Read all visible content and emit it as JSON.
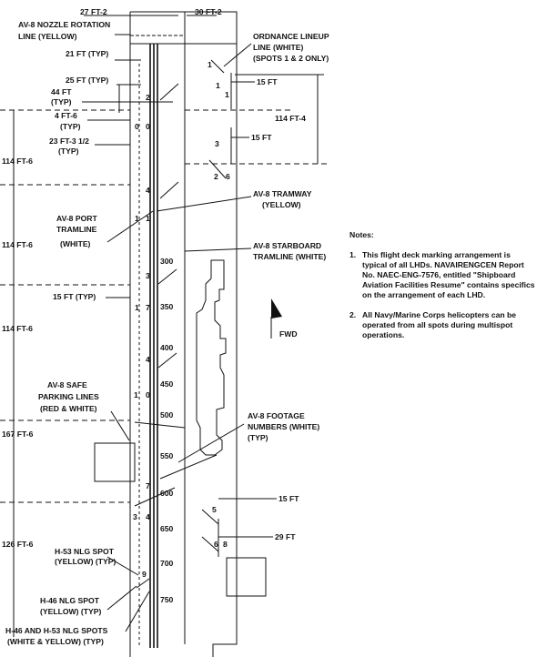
{
  "labels": {
    "dim_27": "27 FT-2",
    "dim_30": "30 FT-2",
    "nozzle_1": "AV-8 NOZZLE ROTATION",
    "nozzle_2": "LINE (YELLOW)",
    "ord_1": "ORDNANCE LINEUP",
    "ord_2": "LINE (WHITE)",
    "ord_3": "(SPOTS 1 & 2 ONLY)",
    "dim_21": "21 FT (TYP)",
    "dim_25": "25 FT (TYP)",
    "dim_44a": "44 FT",
    "dim_44b": "(TYP)",
    "dim_4_6a": "4 FT-6",
    "dim_4_6b": "(TYP)",
    "dim_23a": "23 FT-3 1/2",
    "dim_23b": "(TYP)",
    "dim_15_r1": "15 FT",
    "dim_15_r2": "15 FT",
    "dim_114_4": "114 FT-4",
    "dim_114_6a": "114 FT-6",
    "dim_114_6b": "114 FT-6",
    "dim_114_6c": "114 FT-6",
    "dim_167": "167 FT-6",
    "dim_126": "126 FT-6",
    "tramway_1": "AV-8 TRAMWAY",
    "tramway_2": "(YELLOW)",
    "port_1": "AV-8 PORT",
    "port_2": "TRAMLINE",
    "port_3": "(WHITE)",
    "stbd_1": "AV-8 STARBOARD",
    "stbd_2": "TRAMLINE (WHITE)",
    "dim_15_typ": "15 FT (TYP)",
    "fwd": "FWD",
    "safe_1": "AV-8 SAFE",
    "safe_2": "PARKING LINES",
    "safe_3": "(RED & WHITE)",
    "foot_1": "AV-8 FOOTAGE",
    "foot_2": "NUMBERS (WHITE)",
    "foot_3": "(TYP)",
    "dim_15_r3": "15 FT",
    "dim_29": "29 FT",
    "h53_1": "H-53 NLG SPOT",
    "h53_2": "(YELLOW) (TYP)",
    "h46_1": "H-46 NLG SPOT",
    "h46_2": "(YELLOW) (TYP)",
    "both_1": "H-46 AND H-53 NLG SPOTS",
    "both_2": "(WHITE & YELLOW) (TYP)"
  },
  "spots": {
    "s1a": "1",
    "s1b": "1",
    "s1c": "1",
    "s2": "2",
    "s0a": "0",
    "s0b": "0",
    "s3a": "3",
    "s2b": "2",
    "s6": "6",
    "s4a": "4",
    "s1d": "1",
    "s1e": "1",
    "s3b": "3",
    "s1f": "1",
    "s7a": "7",
    "s4b": "4",
    "s1g": "1",
    "s0c": "0",
    "s7b": "7",
    "s3c": "3",
    "s4c": "4",
    "s5": "5",
    "s6b": "6",
    "s8": "8",
    "s9": "9"
  },
  "footage": [
    "300",
    "350",
    "400",
    "450",
    "500",
    "550",
    "600",
    "650",
    "700",
    "750"
  ],
  "notes": {
    "title": "Notes:",
    "items": [
      {
        "num": "1.",
        "text": "This flight deck marking arrangement is typical of all LHDs.  NAVAIRENGCEN Report No. NAEC-ENG-7576, entitled \"Shipboard Aviation Facilities Resume\" contains specifics on the arrangement of each LHD."
      },
      {
        "num": "2.",
        "text": "All Navy/Marine Corps helicopters can be operated from all spots during multispot operations."
      }
    ]
  }
}
